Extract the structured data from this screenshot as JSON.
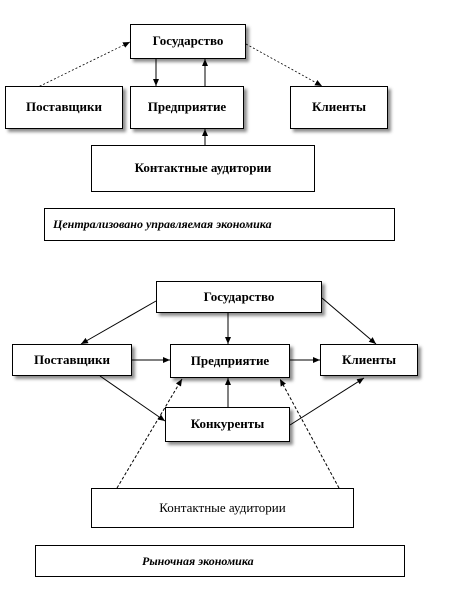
{
  "diagram_top": {
    "nodes": {
      "state": "Государство",
      "suppliers": "Поставщики",
      "enterprise": "Предприятие",
      "clients": "Клиенты",
      "audiences": "Контактные аудитории"
    },
    "caption": "Централизовано управляемая экономика"
  },
  "diagram_bottom": {
    "nodes": {
      "state": "Государство",
      "suppliers": "Поставщики",
      "enterprise": "Предприятие",
      "clients": "Клиенты",
      "competitors": "Конкуренты",
      "audiences": "Контактные аудитории"
    },
    "caption": "Рыночная экономика"
  }
}
